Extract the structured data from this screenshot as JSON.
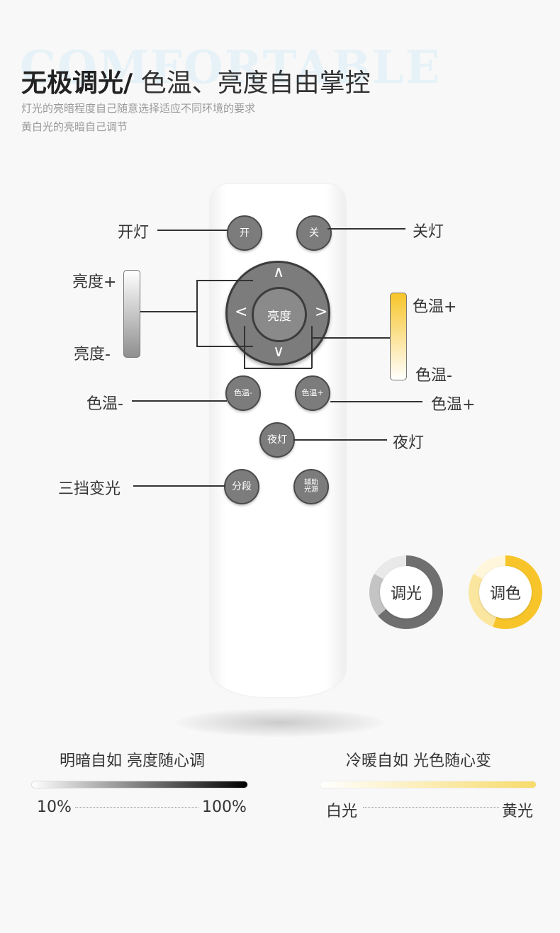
{
  "header": {
    "bg_word": "COMFORTABLE",
    "title_bold": "无极调光/",
    "title_rest": " 色温、亮度自由掌控",
    "line1": "灯光的亮暗程度自己随意选择适应不同环境的要求",
    "line2": "黄白光的亮暗自己调节"
  },
  "remote": {
    "on": "开",
    "off": "关",
    "center": "亮度",
    "up": "∧",
    "down": "∨",
    "left": "<",
    "right": ">",
    "cct_minus": "色温-",
    "cct_plus": "色温+",
    "night": "夜灯",
    "segment": "分段",
    "aux": "辅助光源"
  },
  "labels": {
    "on": "开灯",
    "off": "关灯",
    "bright_plus": "亮度+",
    "bright_minus": "亮度-",
    "cct_plus_right": "色温+",
    "cct_minus_right": "色温-",
    "cct_minus_left": "色温-",
    "cct_plus_right2": "色温+",
    "night": "夜灯",
    "three_step": "三挡变光"
  },
  "rings": {
    "dim": "调光",
    "color": "调色"
  },
  "bottom": {
    "left_title": "明暗自如  亮度随心调",
    "left_min": "10%",
    "left_max": "100%",
    "right_title": "冷暖自如  光色随心变",
    "right_min": "白光",
    "right_max": "黄光"
  },
  "colors": {
    "button": "#7c7c7c",
    "yellow": "#f7c52a",
    "grey_ring": "#7a7a7a"
  }
}
